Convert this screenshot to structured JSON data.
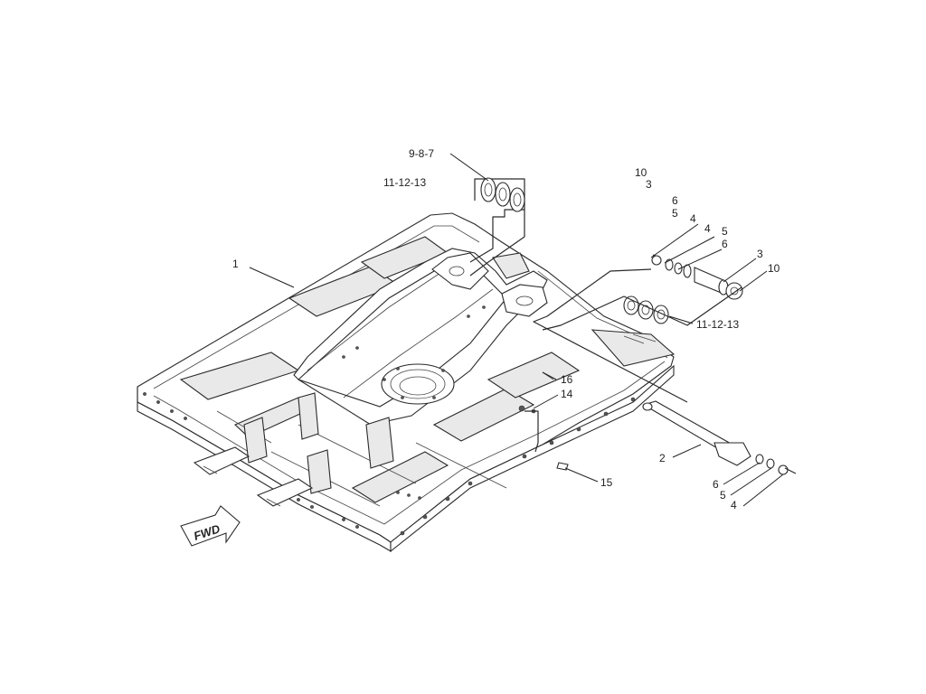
{
  "callouts": {
    "c_987": "9-8-7",
    "c_111213_top": "11-12-13",
    "c_1": "1",
    "c_10_a": "10",
    "c_3_a": "3",
    "c_6_a": "6",
    "c_5_a": "5",
    "c_4_a": "4",
    "c_4_b": "4",
    "c_5_b": "5",
    "c_6_b": "6",
    "c_3_b": "3",
    "c_10_b": "10",
    "c_111213_right": "11-12-13",
    "c_16": "16",
    "c_14": "14",
    "c_2": "2",
    "c_15": "15",
    "c_6_c": "6",
    "c_5_c": "5",
    "c_4_c": "4"
  },
  "fwd_label": "FWD"
}
